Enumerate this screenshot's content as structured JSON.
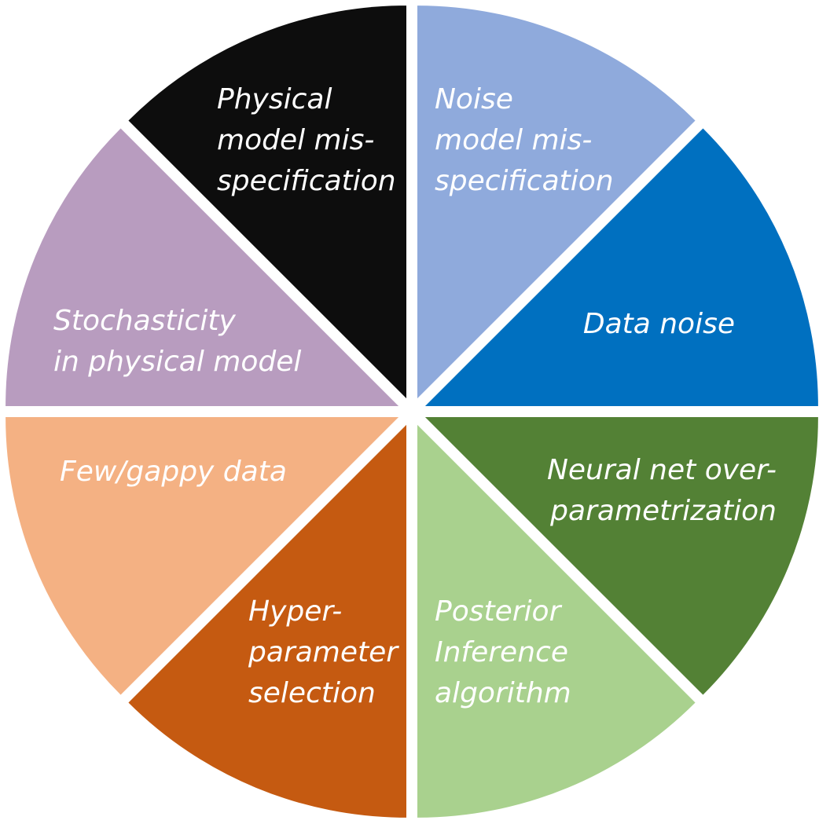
{
  "diagram": {
    "segments": [
      {
        "id": "noise-model-misspecification",
        "lines": [
          "Noise",
          "model mis-",
          "specification"
        ],
        "color": "#8faadc",
        "text_color": "#ffffff"
      },
      {
        "id": "data-noise",
        "lines": [
          "Data noise"
        ],
        "color": "#0070c0",
        "text_color": "#ffffff"
      },
      {
        "id": "neural-net-overparametrization",
        "lines": [
          "Neural net over-",
          "parametrization"
        ],
        "color": "#538135",
        "text_color": "#ffffff"
      },
      {
        "id": "posterior-inference-algorithm",
        "lines": [
          "Posterior",
          "Inference",
          "algorithm"
        ],
        "color": "#a9d18e",
        "text_color": "#ffffff"
      },
      {
        "id": "hyperparameter-selection",
        "lines": [
          "Hyper-",
          "parameter",
          "selection"
        ],
        "color": "#c55a11",
        "text_color": "#ffffff"
      },
      {
        "id": "few-gappy-data",
        "lines": [
          "Few/gappy data"
        ],
        "color": "#f4b183",
        "text_color": "#ffffff"
      },
      {
        "id": "stochasticity-in-physical-model",
        "lines": [
          "Stochasticity",
          "in physical model"
        ],
        "color": "#b89cbf",
        "text_color": "#ffffff"
      },
      {
        "id": "physical-model-misspecification",
        "lines": [
          "Physical",
          "model mis-",
          "specification"
        ],
        "color": "#0d0d0d",
        "text_color": "#ffffff"
      }
    ]
  }
}
